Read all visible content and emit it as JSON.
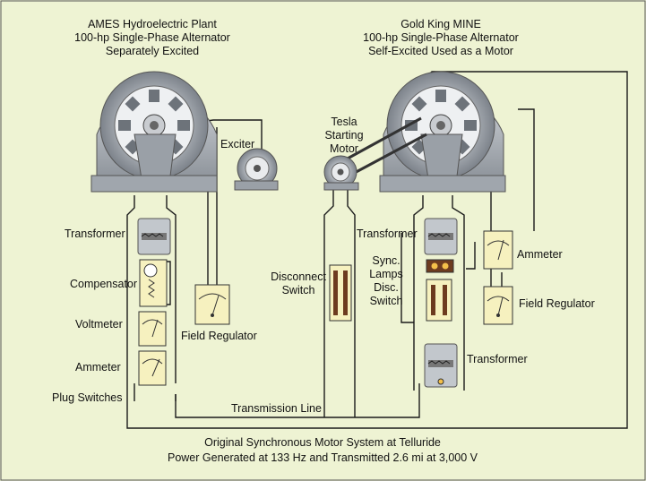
{
  "ames": {
    "title_lines": [
      "AMES Hydroelectric Plant",
      "100-hp Single-Phase Alternator",
      "Separately Excited"
    ],
    "exciter": "Exciter",
    "transformer": "Transformer",
    "compensator": "Compensator",
    "voltmeter": "Voltmeter",
    "ammeter": "Ammeter",
    "plug_switches": "Plug Switches",
    "field_regulator": "Field Regulator"
  },
  "gold_king": {
    "title_lines": [
      "Gold King MINE",
      "100-hp Single-Phase Alternator",
      "Self-Excited Used as a Motor"
    ],
    "tesla_motor_lines": [
      "Tesla",
      "Starting",
      "Motor"
    ],
    "disconnect_switch_lines": [
      "Disconnect",
      "Switch"
    ],
    "transformer_top": "Transformer",
    "sync_lines": [
      "Sync.",
      "Lamps",
      "Disc.",
      "Switch"
    ],
    "ammeter": "Ammeter",
    "field_regulator": "Field Regulator",
    "transformer_bottom": "Transformer"
  },
  "transmission_line": "Transmission Line",
  "caption_lines": [
    "Original Synchronous Motor System at Telluride",
    "Power Generated at 133 Hz and Transmitted 2.6 mi at 3,000 V"
  ],
  "colors": {
    "background": "#eef3d3",
    "machine_gray": "#b9bec4",
    "machine_dark": "#6d737a",
    "meter_yellow": "#f6f1bf",
    "wire": "#1a1a1a"
  }
}
